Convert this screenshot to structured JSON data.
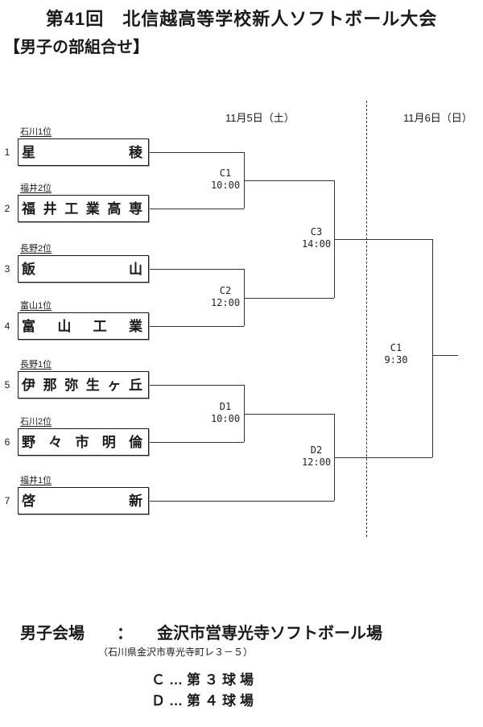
{
  "page": {
    "title": "第41回　北信越高等学校新人ソフトボール大会",
    "subtitle": "【男子の部組合せ】"
  },
  "bracket": {
    "day1_label": "11月5日（土）",
    "day2_label": "11月6日（日）",
    "teams": [
      {
        "seed": "1",
        "prefecture_rank": "石川1位",
        "name": "星稜"
      },
      {
        "seed": "2",
        "prefecture_rank": "福井2位",
        "name": "福井工業高専"
      },
      {
        "seed": "3",
        "prefecture_rank": "長野2位",
        "name": "飯山"
      },
      {
        "seed": "4",
        "prefecture_rank": "富山1位",
        "name": "富山工業"
      },
      {
        "seed": "5",
        "prefecture_rank": "長野1位",
        "name": "伊那弥生ヶ丘"
      },
      {
        "seed": "6",
        "prefecture_rank": "石川2位",
        "name": "野々市明倫"
      },
      {
        "seed": "7",
        "prefecture_rank": "福井1位",
        "name": "啓新"
      }
    ],
    "matches": [
      {
        "id": "C1",
        "time": "10:00"
      },
      {
        "id": "C2",
        "time": "12:00"
      },
      {
        "id": "D1",
        "time": "10:00"
      },
      {
        "id": "C3",
        "time": "14:00"
      },
      {
        "id": "D2",
        "time": "12:00"
      },
      {
        "id": "C1",
        "time": "9:30"
      }
    ]
  },
  "venue": {
    "heading": "男子会場　　：　　金沢市営専光寺ソフトボール場",
    "address": "（石川県金沢市専光寺町レ３－５）",
    "court_c": "Ｃ…第３球場",
    "court_d": "Ｄ…第４球場"
  }
}
